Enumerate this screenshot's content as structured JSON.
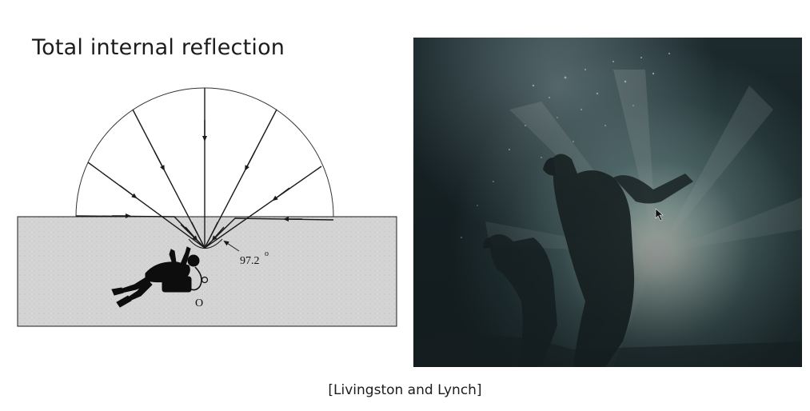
{
  "slide": {
    "title": "Total internal reflection",
    "caption": "[Livingston and Lynch]"
  },
  "diagram": {
    "angle_label": "97.2",
    "angle_unit": "o",
    "origin_label": "O",
    "water_color": "#d4d4d4",
    "line_color": "#1a1a1a"
  },
  "photo": {
    "subject": "underwater divers silhouetted against bright light",
    "water_color": "#3e5558",
    "light_color": "#f2fff4"
  }
}
